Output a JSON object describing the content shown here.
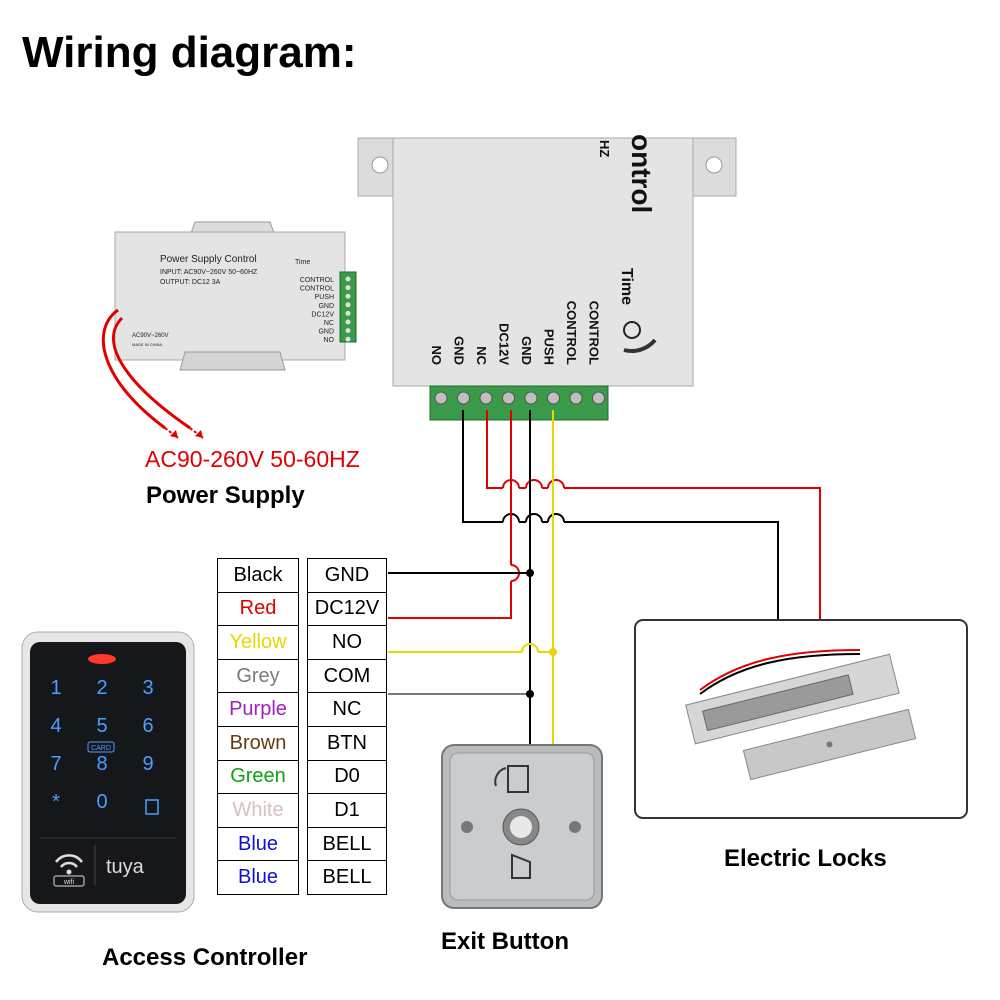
{
  "title": "Wiring diagram:",
  "power_supply": {
    "caption": "Power Supply",
    "input_label": "AC90-260V 50-60HZ",
    "small_unit": {
      "name": "Power Supply Control",
      "input": "INPUT:  AC90V~260V 50~60HZ",
      "output": "OUTPUT:  DC12 3A",
      "time": "Time",
      "ac": "AC90V~260V",
      "made": "MADE IN CHINA",
      "pins": [
        "CONTROL",
        "CONTROL",
        "PUSH",
        "GND",
        "DC12V",
        "NC",
        "GND",
        "NO"
      ]
    },
    "large_unit": {
      "name": "ontrol",
      "hz": "HZ",
      "time": "Time",
      "pins": [
        "NO",
        "GND",
        "NC",
        "DC12V",
        "GND",
        "PUSH",
        "CONTROL",
        "CONTROL"
      ]
    }
  },
  "wire_table": {
    "rows": [
      {
        "color": "Black",
        "color_hex": "#000000",
        "signal": "GND"
      },
      {
        "color": "Red",
        "color_hex": "#e00000",
        "signal": "DC12V"
      },
      {
        "color": "Yellow",
        "color_hex": "#e6d800",
        "signal": "NO"
      },
      {
        "color": "Grey",
        "color_hex": "#7a7a7a",
        "signal": "COM"
      },
      {
        "color": "Purple",
        "color_hex": "#a020c0",
        "signal": "NC"
      },
      {
        "color": "Brown",
        "color_hex": "#6b3a10",
        "signal": "BTN"
      },
      {
        "color": "Green",
        "color_hex": "#10a010",
        "signal": "D0"
      },
      {
        "color": "White",
        "color_hex": "#d8c0c0",
        "signal": "D1"
      },
      {
        "color": "Blue",
        "color_hex": "#1010d0",
        "signal": "BELL"
      },
      {
        "color": "Blue",
        "color_hex": "#1010d0",
        "signal": "BELL"
      }
    ]
  },
  "access_controller": {
    "caption": "Access Controller",
    "keys": [
      "1",
      "2",
      "3",
      "4",
      "5",
      "6",
      "7",
      "8",
      "9",
      "*",
      "0",
      ""
    ],
    "card_label": "CARD",
    "wifi_label": "wifi",
    "brand": "tuya"
  },
  "exit_button": {
    "caption": "Exit Button"
  },
  "electric_locks": {
    "caption": "Electric Locks"
  },
  "colors": {
    "red_wire": "#e00000",
    "black_wire": "#000000",
    "yellow_wire": "#e6d800",
    "grey_wire": "#7a7a7a"
  }
}
